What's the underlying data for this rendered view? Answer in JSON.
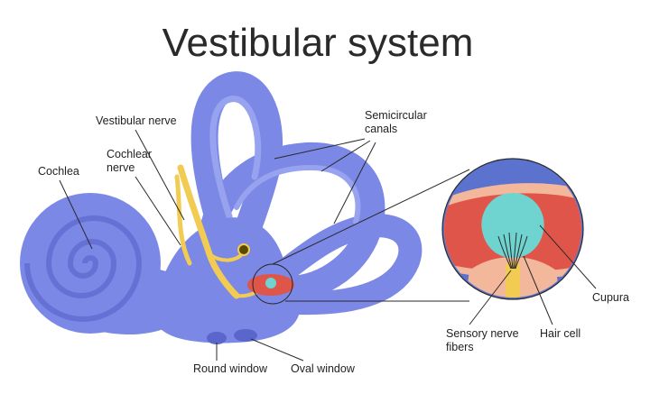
{
  "title": "Vestibular system",
  "labels": {
    "vestibular_nerve": "Vestibular nerve",
    "cochlear_nerve_1": "Cochlear",
    "cochlear_nerve_2": "nerve",
    "cochlea": "Cochlea",
    "semicircular_1": "Semicircular",
    "semicircular_2": "canals",
    "round_window": "Round window",
    "oval_window": "Oval window",
    "sensory_1": "Sensory nerve",
    "sensory_2": "fibers",
    "hair_cell": "Hair cell",
    "cupura": "Cupura"
  },
  "colors": {
    "labyrinth": "#7b88e6",
    "labyrinth_dark": "#5a66cc",
    "labyrinth_light": "#98a3ef",
    "nerve": "#f2cc52",
    "ampulla_red": "#e0554a",
    "cupula": "#6fd3cf",
    "magnifier_bg": "#5b73cf"
  }
}
